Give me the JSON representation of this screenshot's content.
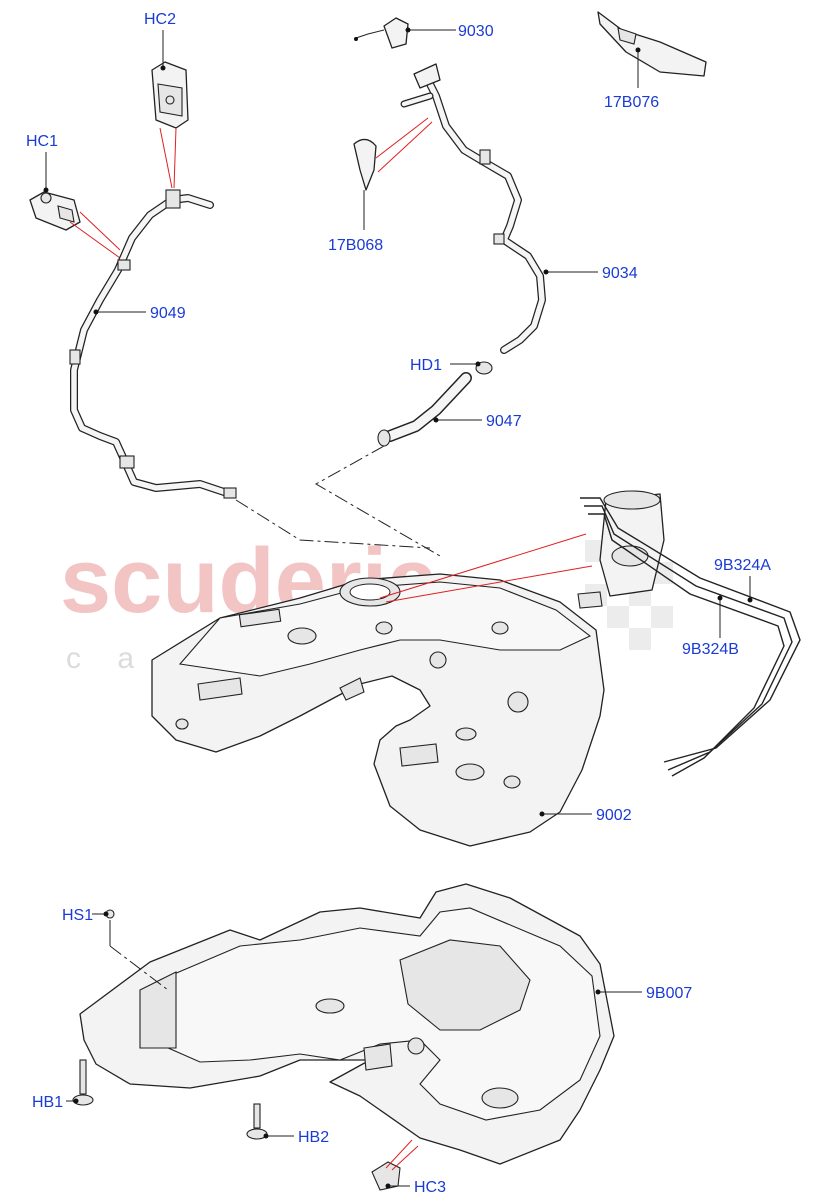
{
  "watermark": {
    "brand": "scuderia",
    "tagline": "c a r   p a r t s"
  },
  "callouts": {
    "HC2": "HC2",
    "HC1": "HC1",
    "p9030": "9030",
    "p17B076": "17B076",
    "p17B068": "17B068",
    "p9034": "9034",
    "p9049": "9049",
    "HD1": "HD1",
    "p9047": "9047",
    "p9B324A": "9B324A",
    "p9B324B": "9B324B",
    "p9002": "9002",
    "HS1": "HS1",
    "p9B007": "9B007",
    "HB1": "HB1",
    "HB2": "HB2",
    "HC3": "HC3"
  },
  "colors": {
    "label": "#1a3bd6",
    "leader": "#222222",
    "highlight": "#e02020",
    "watermark": "#f2c4c4"
  }
}
